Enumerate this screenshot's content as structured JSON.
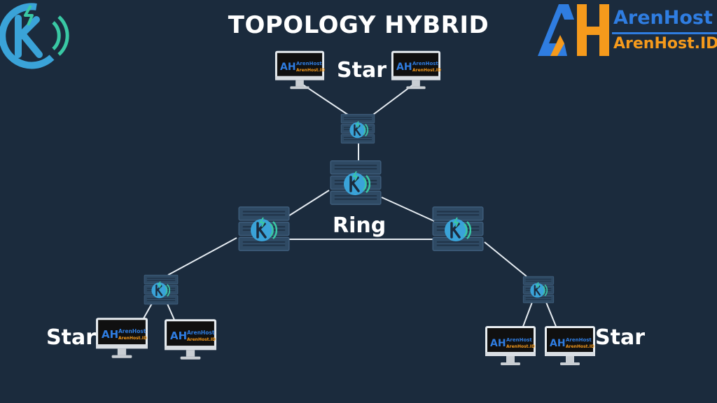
{
  "title": "TOPOLOGY HYBRID",
  "brand": {
    "name": "ArenHost",
    "domain": "ArenHost.ID",
    "mark": "AH",
    "color_primary": "#2f7de1",
    "color_secondary": "#f59a1c"
  },
  "labels": {
    "star_top": "Star",
    "ring": "Ring",
    "star_left": "Star",
    "star_right": "Star"
  },
  "screen_text": {
    "brand": "ArenHost",
    "domain": "ArenHost.ID"
  },
  "colors": {
    "background": "#1b2b3d",
    "line": "#e6ecf2",
    "server": "#2a4158",
    "k_logo": "#3aa3d8",
    "k_bolt": "#39c8a4"
  }
}
